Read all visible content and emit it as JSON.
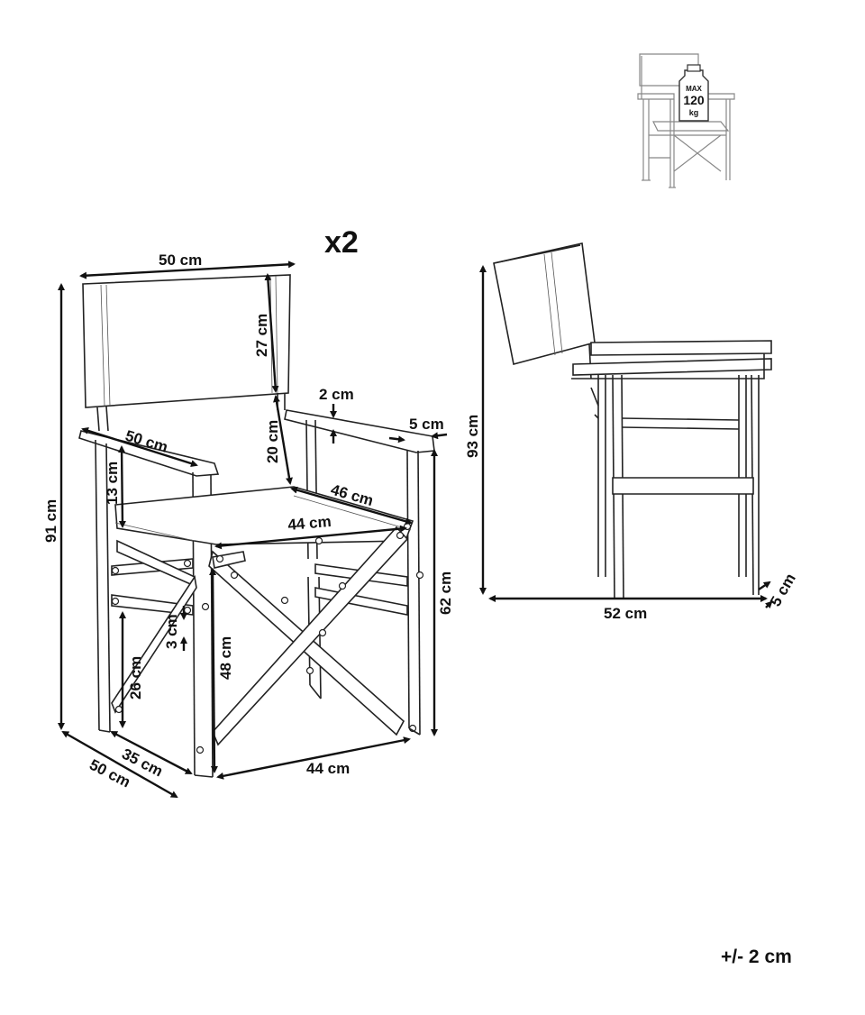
{
  "badge": {
    "line1": "MAX",
    "line2": "120",
    "line3": "kg"
  },
  "quantity": "x2",
  "front_view": {
    "backrest_width": "50 cm",
    "backrest_height": "27 cm",
    "armrest_length": "50 cm",
    "armrest_thickness": "2 cm",
    "armrest_width": "5 cm",
    "back_to_arm_height": "20 cm",
    "arm_to_seat_height": "13 cm",
    "seat_depth": "46 cm",
    "seat_width": "44 cm",
    "total_height": "91 cm",
    "arm_height": "62 cm",
    "seat_height": "48 cm",
    "rail_thickness": "3 cm",
    "rail_height": "26 cm",
    "base_depth": "35 cm",
    "depth": "50 cm",
    "base_width": "44 cm"
  },
  "side_view": {
    "height": "93 cm",
    "width": "52 cm",
    "leg_width": "5 cm"
  },
  "tolerance": "+/- 2 cm"
}
